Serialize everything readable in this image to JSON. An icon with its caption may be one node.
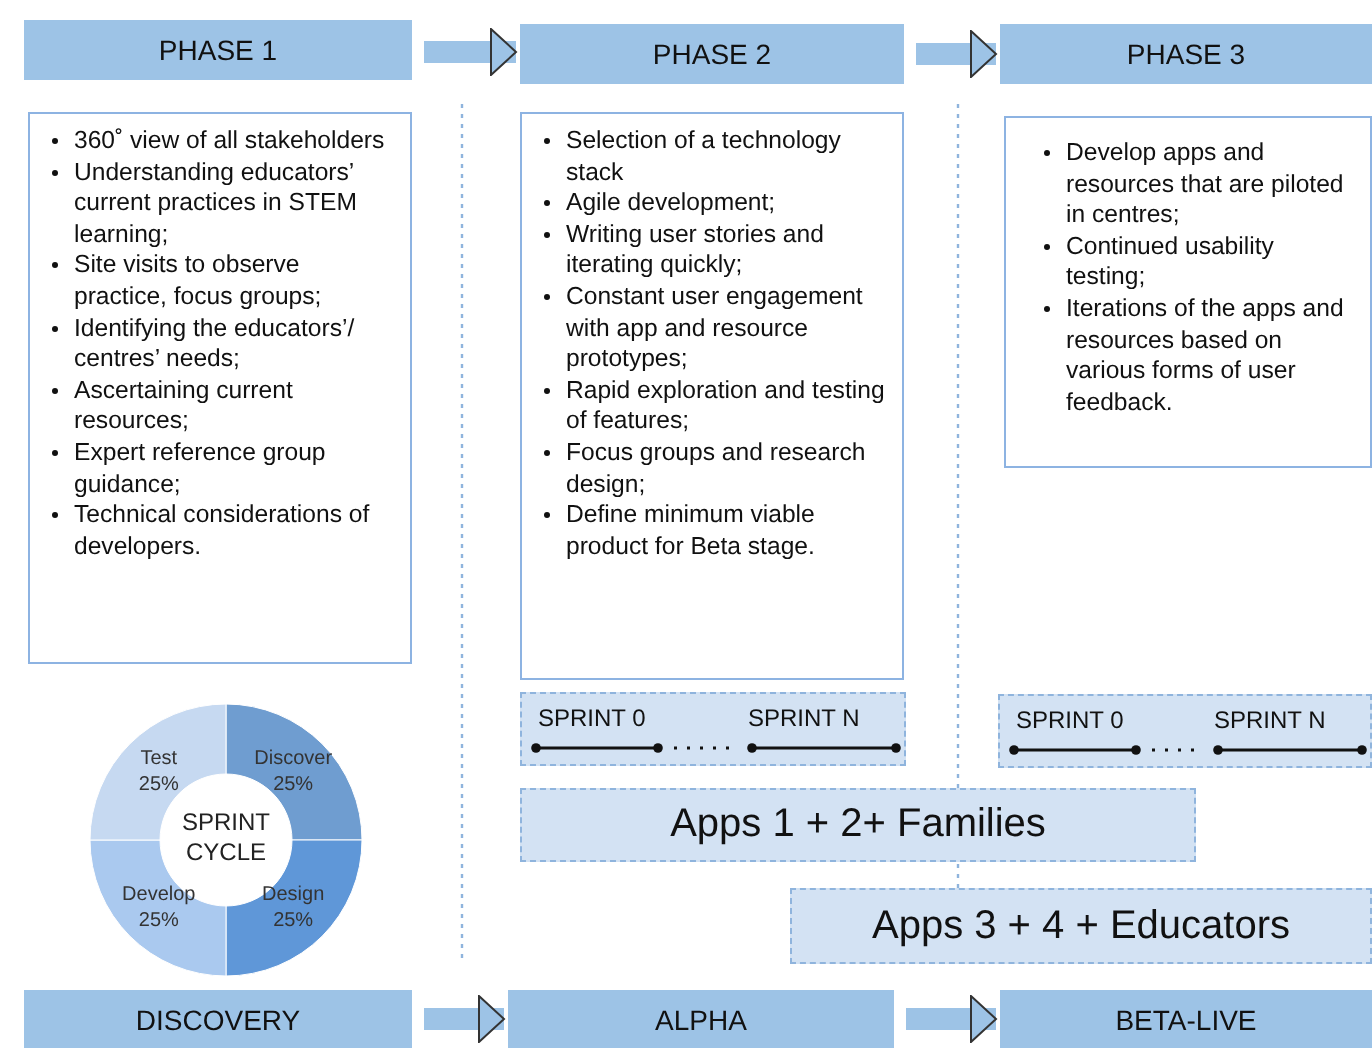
{
  "diagram": {
    "nodes": [
      {
        "text": [
          "PHASE 1"
        ]
      },
      {
        "text": [
          "PHASE 2"
        ]
      },
      {
        "text": [
          "PHASE 3"
        ]
      },
      {
        "text": [
          "360˚ view of all stakeholders",
          "Understanding educators’ current practices in STEM learning;",
          "Site visits to observe practice, focus groups;",
          "Identifying the educators’/ centres’ needs;",
          "Ascertaining current resources;",
          "Expert reference group guidance;",
          "Technical considerations of developers."
        ]
      },
      {
        "text": [
          "Selection of a technology stack",
          "Agile development;",
          "Writing user stories and iterating quickly;",
          "Constant user engagement with app and resource prototypes;",
          "Rapid exploration and testing of features;",
          "Focus groups and research design;",
          "Define minimum viable product for Beta stage."
        ]
      },
      {
        "text": [
          "Develop apps and resources that are piloted in centres;",
          "Continued usability testing;",
          "Iterations of the apps and resources based on various forms of user feedback."
        ]
      },
      {
        "text": [
          "SPRINT 0",
          "SPRINT N"
        ]
      },
      {
        "text": [
          "SPRINT 0",
          "SPRINT N"
        ]
      },
      {
        "text": [
          "Apps 1 + 2+ Families"
        ]
      },
      {
        "text": [
          "Apps 3 + 4 + Educators"
        ]
      },
      {
        "text": [
          "DISCOVERY"
        ]
      },
      {
        "text": [
          "ALPHA"
        ]
      },
      {
        "text": [
          "BETA-LIVE"
        ]
      }
    ],
    "edges": [
      {
        "from": 0,
        "to": 1,
        "arrow": "to"
      },
      {
        "from": 1,
        "to": 2,
        "arrow": "to"
      },
      {
        "from": 10,
        "to": 11,
        "arrow": "to"
      },
      {
        "from": 11,
        "to": 12,
        "arrow": "to"
      }
    ],
    "chart_data": {
      "type": "donut",
      "title": "SPRINT CYCLE",
      "categories": [
        "Discover",
        "Design",
        "Develop",
        "Test"
      ],
      "values": [
        25,
        25,
        25,
        25
      ],
      "value_labels": [
        "25%",
        "25%",
        "25%",
        "25%"
      ]
    }
  }
}
